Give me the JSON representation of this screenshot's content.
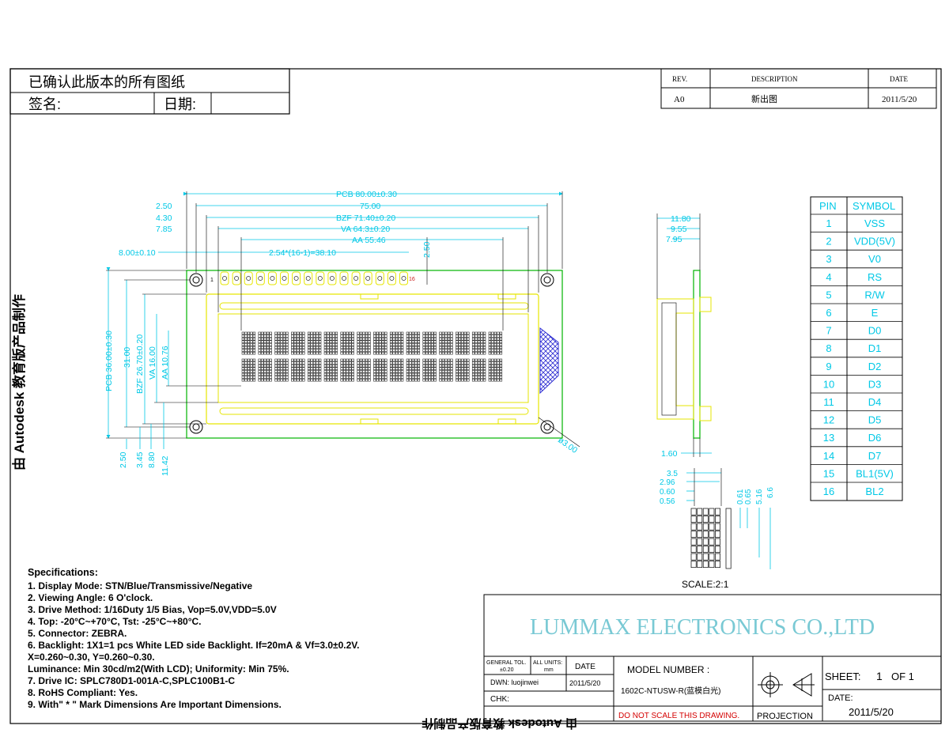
{
  "header": {
    "approval_line": "已确认此版本的所有图纸",
    "sign_label": "签名:",
    "date_label": "日期:"
  },
  "revision_table": {
    "col_rev": "REV.",
    "col_description": "DESCRIPTION",
    "col_date": "DATE",
    "rows": [
      {
        "rev": "A0",
        "description": "新出图",
        "date": "2011/5/20"
      }
    ]
  },
  "watermark": {
    "left_vertical": "由 Autodesk 教育版产品制作",
    "bottom_mirrored": "由 Autodesk 教育版产品制作"
  },
  "front_view": {
    "dims": {
      "pcb_width": "PCB 80.00±0.30",
      "hole_span": "75.00",
      "bzf_width": "BZF 71.40±0.20",
      "va_width": "VA 64.3±0.20",
      "aa_width": "AA 55.46",
      "off_250": "2.50",
      "off_430": "4.30",
      "off_785": "7.85",
      "pin1_offset": "8.00±0.10",
      "pin_pitch": "2.54*(16-1)=38.10",
      "pin_height": "2.50",
      "pcb_height": "PCB 36.00±0.30",
      "hole_vspan": "31.00",
      "bzf_height": "BZF 26.70±0.20",
      "va_height": "VA 16.00",
      "aa_height": "AA 10.76",
      "bot_250": "2.50",
      "bot_345": "3.45",
      "bot_880": "8.80",
      "bot_1142": "11.42",
      "hole_dia": "ø3.00"
    },
    "pin_first": "1",
    "pin_last": "16"
  },
  "side_view": {
    "dims": {
      "total": "11.80",
      "mid": "9.55",
      "inner": "7.95",
      "pcb_thk": "1.60"
    }
  },
  "dot_detail": {
    "dims_left": [
      "3.5",
      "2.96",
      "0.60",
      "0.56"
    ],
    "dims_right": [
      "0.61",
      "0.65",
      "5.16",
      "6.6"
    ],
    "scale": "SCALE:2:1"
  },
  "pin_table": {
    "head_pin": "PIN",
    "head_symbol": "SYMBOL",
    "rows": [
      {
        "pin": "1",
        "symbol": "VSS"
      },
      {
        "pin": "2",
        "symbol": "VDD(5V)"
      },
      {
        "pin": "3",
        "symbol": "V0"
      },
      {
        "pin": "4",
        "symbol": "RS"
      },
      {
        "pin": "5",
        "symbol": "R/W"
      },
      {
        "pin": "6",
        "symbol": "E"
      },
      {
        "pin": "7",
        "symbol": "D0"
      },
      {
        "pin": "8",
        "symbol": "D1"
      },
      {
        "pin": "9",
        "symbol": "D2"
      },
      {
        "pin": "10",
        "symbol": "D3"
      },
      {
        "pin": "11",
        "symbol": "D4"
      },
      {
        "pin": "12",
        "symbol": "D5"
      },
      {
        "pin": "13",
        "symbol": "D6"
      },
      {
        "pin": "14",
        "symbol": "D7"
      },
      {
        "pin": "15",
        "symbol": "BL1(5V)"
      },
      {
        "pin": "16",
        "symbol": "BL2"
      }
    ]
  },
  "specifications": {
    "title": "Specifications:",
    "lines": [
      "1. Display Mode:  STN/Blue/Transmissive/Negative",
      "2. Viewing Angle: 6 O'clock.",
      "3. Drive Method:   1/16Duty   1/5 Bias, Vop=5.0V,VDD=5.0V",
      "4. Top:   -20°C~+70°C,   Tst:  -25°C~+80°C.",
      "5. Connector:   ZEBRA.",
      "6. Backlight: 1X1=1  pcs White LED side Backlight.   If=20mA & Vf=3.0±0.2V.",
      "   X=0.260~0.30, Y=0.260~0.30.",
      "   Luminance:   Min 30cd/m2(With LCD);   Uniformity:  Min 75%.",
      "7. Drive IC: SPLC780D1-001A-C,SPLC100B1-C",
      "8. RoHS Compliant: Yes.",
      "9. With\" * \" Mark Dimensions Are Important Dimensions."
    ]
  },
  "title_block": {
    "company": "LUMMAX ELECTRONICS CO.,LTD",
    "general_tol": "GENERAL TOL.",
    "general_tol_val": "±0.20",
    "all_units": "ALL UNITS:",
    "all_units_val": "mm",
    "date_head": "DATE",
    "dwn": "DWN: luojinwei",
    "dwn_date": "2011/5/20",
    "chk": "CHK:",
    "model_label": "MODEL NUMBER :",
    "model_value": "1602C-NTUSW-R(蓝模白光)",
    "warning": "DO NOT SCALE THIS DRAWING.",
    "projection": "PROJECTION",
    "sheet_label": "SHEET:",
    "sheet_num": "1",
    "sheet_of": "OF 1",
    "date_label": "DATE:",
    "date_value": "2011/5/20"
  },
  "colors": {
    "frame": "#000000",
    "dimension": "#00c8e6",
    "pcb_outline": "#00b400",
    "bezel": "#e6e600",
    "company": "#79c9d4",
    "warning": "#d40000"
  }
}
